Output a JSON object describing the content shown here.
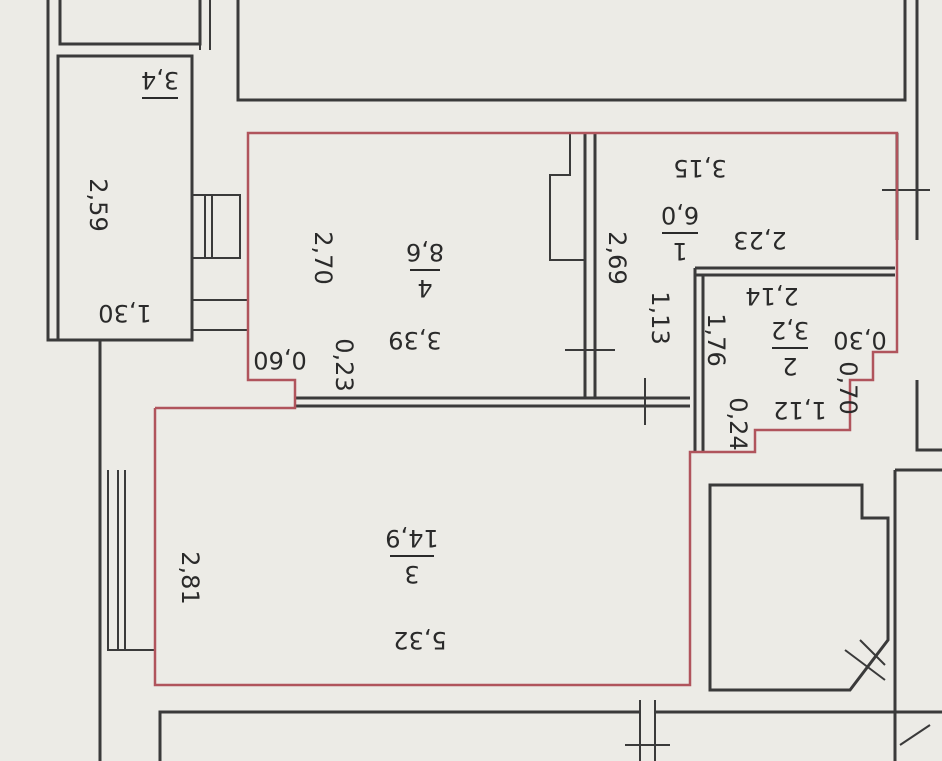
{
  "colors": {
    "paper": "#ecebe6",
    "wall": "#3a3a3a",
    "apartment_outline": "#b0545c",
    "text": "#2a2a2a"
  },
  "rooms": [
    {
      "number": "1",
      "area": "6,0"
    },
    {
      "number": "2",
      "area": "3,2"
    },
    {
      "number": "3",
      "area": "14,9"
    },
    {
      "number": "4",
      "area": "8,6"
    }
  ],
  "balcony": {
    "area": "3,4"
  },
  "dimensions": {
    "balcony_length": "2,59",
    "balcony_width": "1,30",
    "room1_width": "3,15",
    "room1_depth": "2,23",
    "room1_wall": "2,69",
    "room1_passage": "1,13",
    "room2_width": "2,14",
    "room2_depth": "1,76",
    "room2_niche": "0,30",
    "room2_step": "0,70",
    "room2_inner": "1,12",
    "room2_offset": "0,24",
    "room3_depth": "2,81",
    "room3_width": "5,32",
    "room4_depth": "2,70",
    "room4_width": "3,39",
    "room4_step": "0,60",
    "room4_offset": "0,23"
  }
}
